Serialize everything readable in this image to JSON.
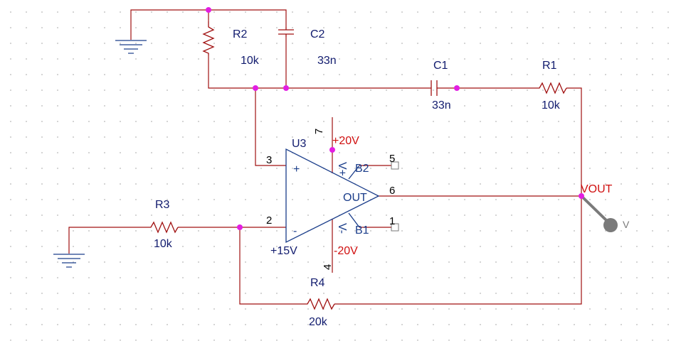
{
  "components": {
    "R1": {
      "ref": "R1",
      "value": "10k"
    },
    "R2": {
      "ref": "R2",
      "value": "10k"
    },
    "R3": {
      "ref": "R3",
      "value": "10k"
    },
    "R4": {
      "ref": "R4",
      "value": "20k"
    },
    "C1": {
      "ref": "C1",
      "value": "33n"
    },
    "C2": {
      "ref": "C2",
      "value": "33n"
    }
  },
  "opamp": {
    "ref": "U3",
    "noninv_symbol": "+",
    "inv_symbol": "-",
    "vplus_label": "V+",
    "vminus_label": "V-",
    "out_label": "OUT",
    "b1_label": "B1",
    "b2_label": "B2",
    "supply_label": "+15V",
    "pins": {
      "noninv": "3",
      "inv": "2",
      "out": "6",
      "vplus": "7",
      "vminus": "4",
      "b1": "1",
      "b2": "5"
    }
  },
  "nets": {
    "vpos": "+20V",
    "vneg": "-20V",
    "vout": "VOUT"
  },
  "probe": {
    "label": "V"
  },
  "colors": {
    "wire": "#a01010",
    "label": "#111b6e",
    "net_label": "#d01010",
    "junction": "#e21ee2",
    "symbol": "#1a3d8a",
    "probe": "#7a7a7a"
  }
}
